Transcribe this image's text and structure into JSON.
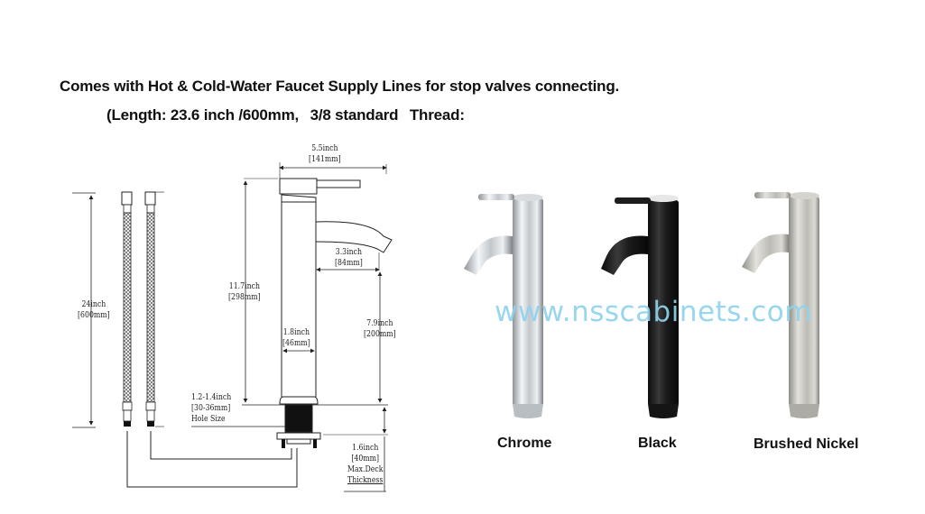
{
  "header": {
    "headline": "Comes with Hot & Cold-Water Faucet Supply Lines for stop valves connecting.",
    "subline_parts": [
      "(Length:  23.6 inch /600mm,",
      "3/8 standard",
      "Thread:"
    ]
  },
  "supply_lines": {
    "length_inch": "24inch",
    "length_mm": "[600mm]"
  },
  "faucet_diagram": {
    "overall_reach_inch": "5.5inch",
    "overall_reach_mm": "[141mm]",
    "spout_reach_inch": "3.3inch",
    "spout_reach_mm": "[84mm]",
    "height_inch": "11.7inch",
    "height_mm": "[298mm]",
    "body_diameter_inch": "1.8inch",
    "body_diameter_mm": "[46mm]",
    "spout_height_inch": "7.9inch",
    "spout_height_mm": "[200mm]",
    "hole_size_inch": "1.2-1.4inch",
    "hole_size_mm": "[30-36mm]",
    "hole_size_label": "Hole Size",
    "deck_inch": "1.6inch",
    "deck_mm": "[40mm]",
    "deck_label_1": "Max.Deck",
    "deck_label_2": "Thickness"
  },
  "watermark": "www.nsscabinets.com",
  "finishes": [
    {
      "name": "Chrome",
      "color": "#c9ccd0"
    },
    {
      "name": "Black",
      "color": "#1c1c1c"
    },
    {
      "name": "Brushed Nickel",
      "color": "#b8b6b0"
    }
  ]
}
